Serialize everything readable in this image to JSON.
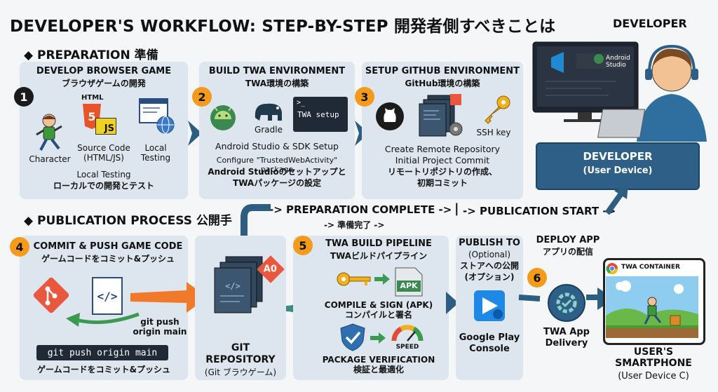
{
  "header": {
    "title": "DEVELOPER'S WORKFLOW: STEP-BY-STEP  開発者側すべきことは",
    "developer_label": "DEVELOPER"
  },
  "sections": {
    "preparation": "◆ PREPARATION 準備",
    "publication": "◆ PUBLICATION PROCESS 公開手"
  },
  "step1": {
    "number": "1",
    "title": "DEVELOP BROWSER GAME",
    "subtitle": "ブラウザゲームの開発",
    "character": "Character",
    "source_code": "Source Code\n(HTML/JS)",
    "local": "Local\nTesting",
    "html_badge": "HTML",
    "js_badge": "JS",
    "bottom_en": "Local Testing",
    "bottom_jp": "ローカルでの開発とテスト"
  },
  "step2": {
    "number": "2",
    "title": "BUILD TWA ENVIRONMENT",
    "subtitle": "TWA環境の構築",
    "gradle": "Gradle",
    "terminal": "TWA setup",
    "terminal_prompt": ">_",
    "line1": "Android Studio & SDK Setup",
    "line2": "Configure \"TrustedWebActivity\" package",
    "line3": "Android Studioのセットアップと",
    "line4": "TWAパッケージの設定"
  },
  "step3": {
    "number": "3",
    "title": "SETUP GITHUB ENVIRONMENT",
    "subtitle": "GitHub環境の構築",
    "ssh": "SSH key",
    "line1": "Create Remote Repository",
    "line2": "Initial Project Commit",
    "line3": "リモートリポジトリの作成、",
    "line4": "初期コミット"
  },
  "developer_box": {
    "title": "DEVELOPER",
    "subtitle": "(User Device)",
    "android_studio": "Android\nStudio"
  },
  "flow": {
    "prep_complete": "-> PREPARATION COMPLETE ->",
    "divider": "|",
    "pub_start": "-> PUBLICATION START ->",
    "prep_complete_jp": "-> 準備完了 ->"
  },
  "step4": {
    "number": "4",
    "title": "COMMIT & PUSH GAME CODE",
    "subtitle": "ゲームコードをコミット&プッシュ",
    "git_push_label": "git push\norigin main",
    "command": "git push origin main",
    "bottom_jp": "ゲームコードをコミット&プッシュ"
  },
  "repository": {
    "title": "GIT\nREPOSITORY",
    "subtitle": "(Git ブラウゲーム)",
    "badge": "A0"
  },
  "step5": {
    "number": "5",
    "title": "TWA BUILD PIPELINE",
    "subtitle": "TWAビルドパイプライン",
    "apk": "APK",
    "compile": "COMPILE & SIGN (APK)",
    "compile_jp": "コンパイルと署名",
    "speed": "SPEED",
    "verify": "PACKAGE VERIFICATION",
    "verify_jp": "検証と最適化"
  },
  "publish": {
    "title": "PUBLISH TO",
    "optional": "(Optional)",
    "jp1": "ストアへの公開",
    "jp2": "(オプション)",
    "store": "Google Play\nConsole"
  },
  "step6": {
    "number": "6",
    "title": "DEPLOY APP",
    "subtitle": "アプリの配信",
    "delivery": "TWA App\nDelivery"
  },
  "smartphone": {
    "container": "TWA CONTAINER",
    "title": "USER'S\nSMARTPHONE",
    "subtitle": "(User Device C)"
  },
  "colors": {
    "panel": "#dde6ee",
    "dark_blue": "#2e5f86",
    "teal": "#3a8a88",
    "orange": "#f59a1a",
    "git_red": "#e9583e",
    "arrow_blue": "#2d5d80"
  }
}
